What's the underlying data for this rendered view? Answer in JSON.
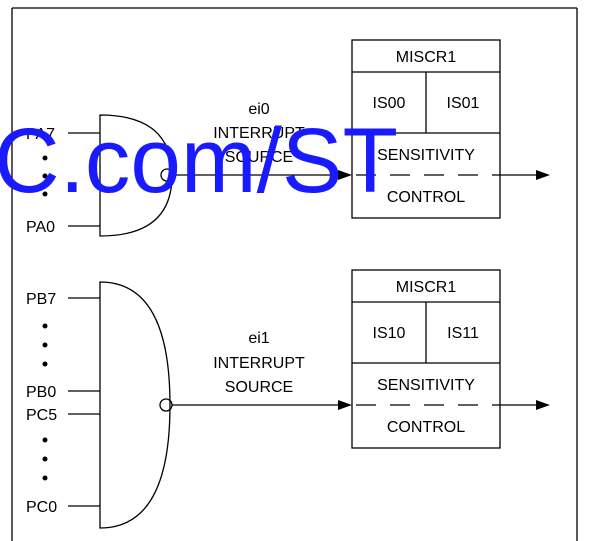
{
  "watermark": "C.com/ST",
  "group_top": {
    "inputs": [
      "PA7",
      "PA0"
    ],
    "signal": "ei0",
    "source_line1": "INTERRUPT",
    "source_line2": "SOURCE",
    "register": "MISCR1",
    "bit_a": "IS00",
    "bit_b": "IS01",
    "control_line1": "SENSITIVITY",
    "control_line2": "CONTROL"
  },
  "group_bottom": {
    "inputs": [
      "PB7",
      "PB0",
      "PC5",
      "PC0"
    ],
    "signal": "ei1",
    "source_line1": "INTERRUPT",
    "source_line2": "SOURCE",
    "register": "MISCR1",
    "bit_a": "IS10",
    "bit_b": "IS11",
    "control_line1": "SENSITIVITY",
    "control_line2": "CONTROL"
  }
}
